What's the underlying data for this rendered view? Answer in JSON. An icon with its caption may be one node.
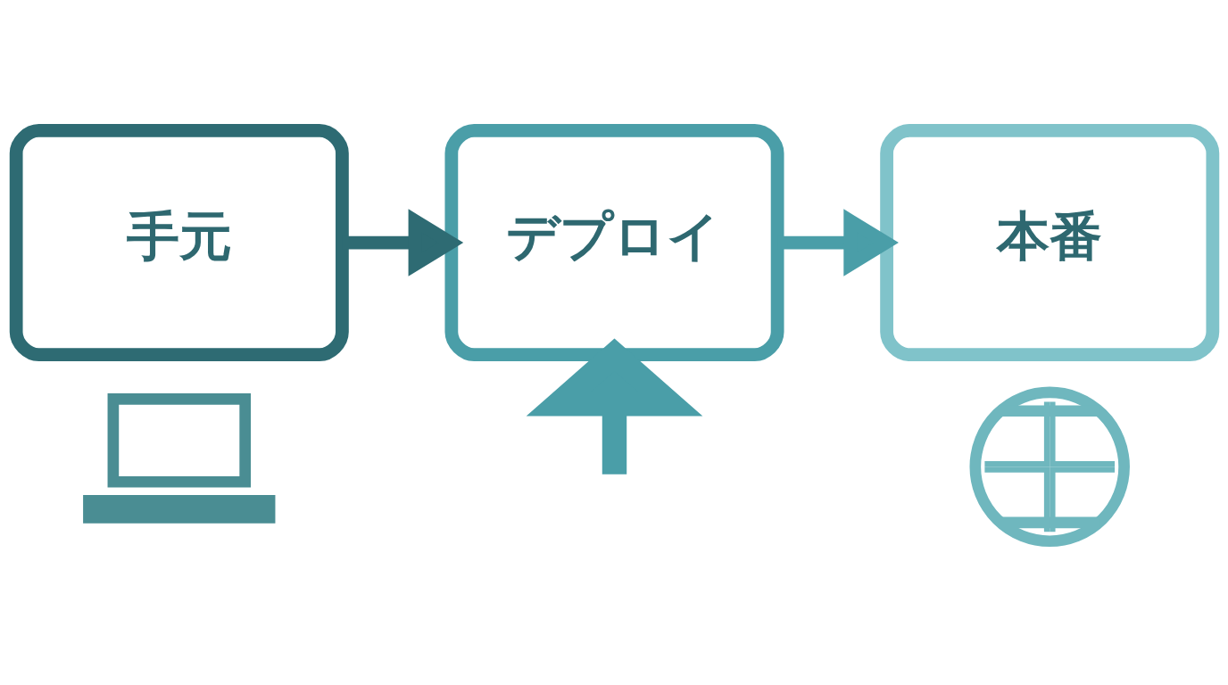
{
  "diagram": {
    "nodes": [
      {
        "text": [
          "手元"
        ]
      },
      {
        "text": [
          "デプロイ"
        ]
      },
      {
        "text": [
          "本番"
        ]
      },
      {
        "text": [],
        "shape": "picture"
      },
      {
        "text": [],
        "shape": "picture"
      }
    ],
    "edges": [
      {
        "from": 0,
        "to": 1,
        "arrow": "to",
        "color": "#2e6b73"
      },
      {
        "from": 1,
        "to": 2,
        "arrow": "to"
      },
      {
        "from": null,
        "to": 1,
        "arrow": "to",
        "style": "thick"
      }
    ]
  }
}
